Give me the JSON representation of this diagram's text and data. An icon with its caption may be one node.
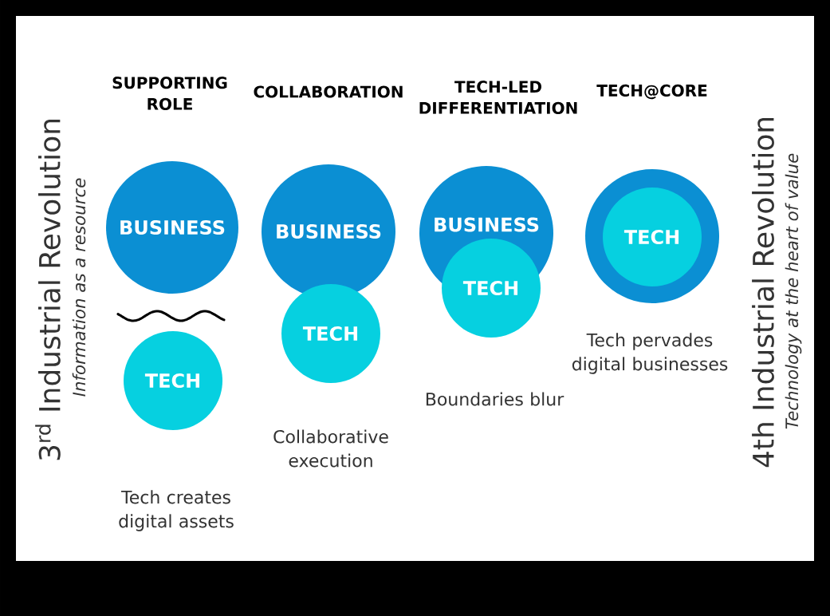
{
  "diagram": {
    "nodes": [
      {
        "text": [
          "BUSINESS"
        ]
      },
      {
        "text": [
          "TECH"
        ],
        "beside": [
          "Tech creates digital assets"
        ]
      },
      {
        "text": [
          "BUSINESS"
        ]
      },
      {
        "text": [
          "TECH"
        ],
        "beside": [
          "Collaborative execution"
        ]
      },
      {
        "text": [
          "BUSINESS"
        ]
      },
      {
        "text": [
          "TECH"
        ],
        "beside": [
          "Boundaries blur"
        ]
      },
      {
        "text": [],
        "shape": "circle",
        "beside": [
          "Tech pervades digital businesses"
        ]
      },
      {
        "text": [
          "TECH"
        ],
        "in": 6
      }
    ],
    "labels": [
      "SUPPORTING ROLE",
      "COLLABORATION",
      "TECH-LED DIFFERENTIATION",
      "TECH@CORE",
      "3$^{rd}$ Industrial Revolution",
      "Information as a resource",
      "4th Industrial Revolution",
      "Technology at the heart of value"
    ]
  }
}
